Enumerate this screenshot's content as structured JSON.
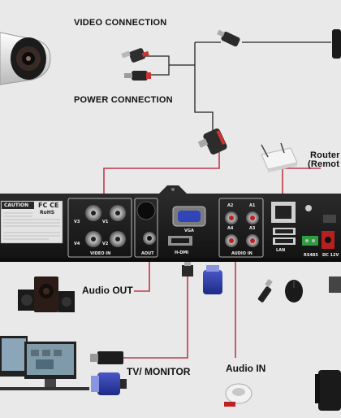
{
  "labels": {
    "video_connection": "VIDEO CONNECTION",
    "power_connection": "POWER CONNECTION",
    "router_line1": "Router",
    "router_line2": "(Remot",
    "audio_out": "Audio OUT",
    "tv_monitor": "TV/ MONITOR",
    "audio_in": "Audio IN"
  },
  "panel": {
    "caution": "CAUTION",
    "cert_marks": "FC CE",
    "rohs": "RoHS",
    "video_in": "VIDEO IN",
    "v1": "V1",
    "v2": "V2",
    "v3": "V3",
    "v4": "V4",
    "aout": "AOUT",
    "vga": "VGA",
    "hdmi": "H-DMI",
    "audio_in": "AUDIO IN",
    "a1": "A1",
    "a2": "A2",
    "a3": "A3",
    "a4": "A4",
    "rs485": "RS485",
    "dc12v": "DC 12V",
    "lan": "LAN"
  },
  "colors": {
    "wire": "#c0394a",
    "panel": "#1c1c1c",
    "background": "#e9e9e9"
  }
}
